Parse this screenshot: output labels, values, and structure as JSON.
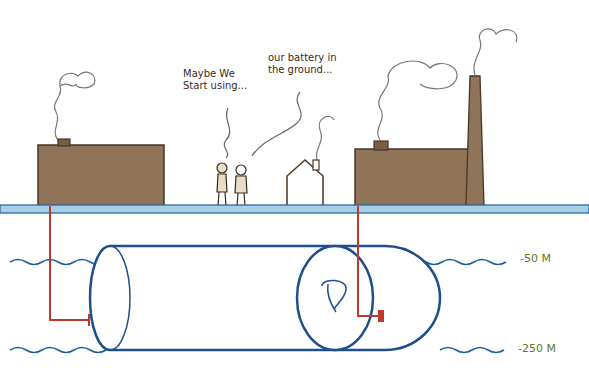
{
  "diagram": {
    "labels": [
      "Maybe We Start using...",
      "our battery in the ground...",
      "-50 M",
      "-250 M"
    ]
  }
}
